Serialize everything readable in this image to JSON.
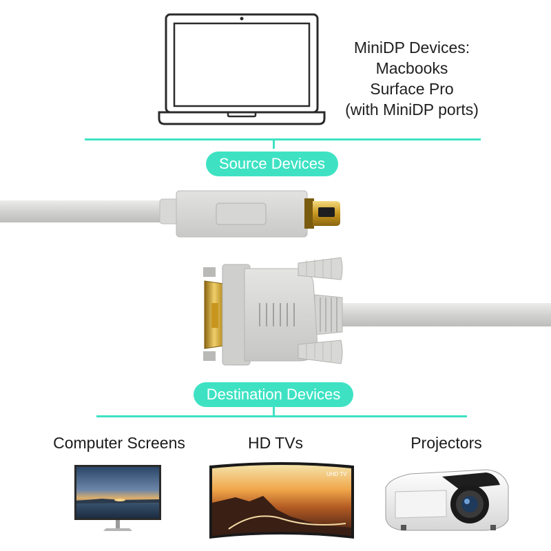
{
  "source": {
    "heading": "MiniDP Devices:",
    "lines": [
      "Macbooks",
      "Surface Pro",
      "(with MiniDP ports)"
    ],
    "pill_label": "Source Devices"
  },
  "destination": {
    "pill_label": "Destination Devices",
    "devices": [
      {
        "label": "Computer Screens",
        "icon": "monitor-image"
      },
      {
        "label": "HD TVs",
        "icon": "tv-image",
        "badge": "UHD TV"
      },
      {
        "label": "Projectors",
        "icon": "projector-image"
      }
    ]
  },
  "colors": {
    "accent": "#3ee2c3",
    "cable": "#d4d4d2",
    "gold": "#d4a62a"
  }
}
